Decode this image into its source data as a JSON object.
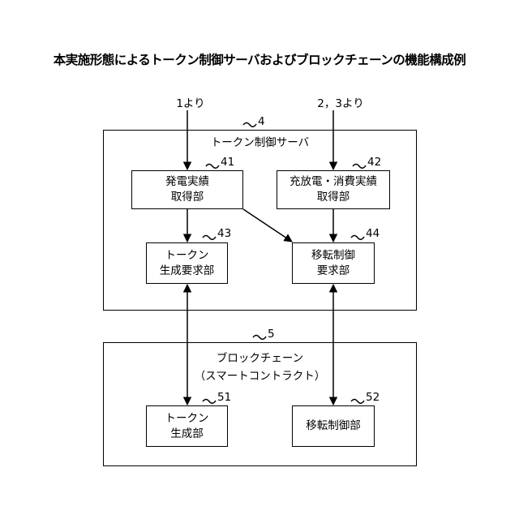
{
  "title": "本実施形態によるトークン制御サーバおよびブロックチェーンの機能構成例",
  "inputs": {
    "left": "1より",
    "right": "2，3より"
  },
  "server": {
    "number": "4",
    "label": "トークン制御サーバ",
    "boxes": {
      "b41": {
        "number": "41",
        "line1": "発電実績",
        "line2": "取得部"
      },
      "b42": {
        "number": "42",
        "line1": "充放電・消費実績",
        "line2": "取得部"
      },
      "b43": {
        "number": "43",
        "line1": "トークン",
        "line2": "生成要求部"
      },
      "b44": {
        "number": "44",
        "line1": "移転制御",
        "line2": "要求部"
      }
    }
  },
  "blockchain": {
    "number": "5",
    "label1": "ブロックチェーン",
    "label2": "（スマートコントラクト）",
    "boxes": {
      "b51": {
        "number": "51",
        "line1": "トークン",
        "line2": "生成部"
      },
      "b52": {
        "number": "52",
        "line1": "移転制御部"
      }
    }
  }
}
